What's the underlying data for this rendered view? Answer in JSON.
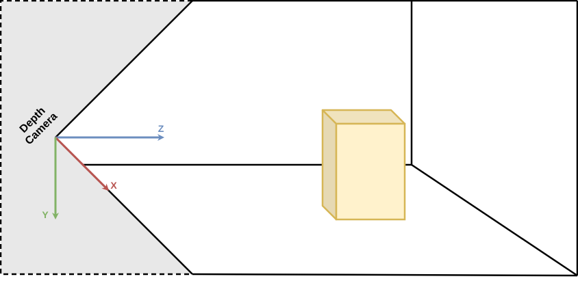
{
  "camera": {
    "label_line1": "Depth",
    "label_line2": "Camera",
    "region_fill": "#e8e8e8"
  },
  "axes": {
    "z": {
      "label": "Z",
      "color": "#6c8ebf"
    },
    "x": {
      "label": "X",
      "color": "#b85450"
    },
    "y": {
      "label": "Y",
      "color": "#82b366"
    }
  },
  "box": {
    "front_fill": "#fff2cc",
    "side_fill": "#e6d9b3",
    "top_fill": "#f0e3bd",
    "stroke": "#d6b656"
  }
}
